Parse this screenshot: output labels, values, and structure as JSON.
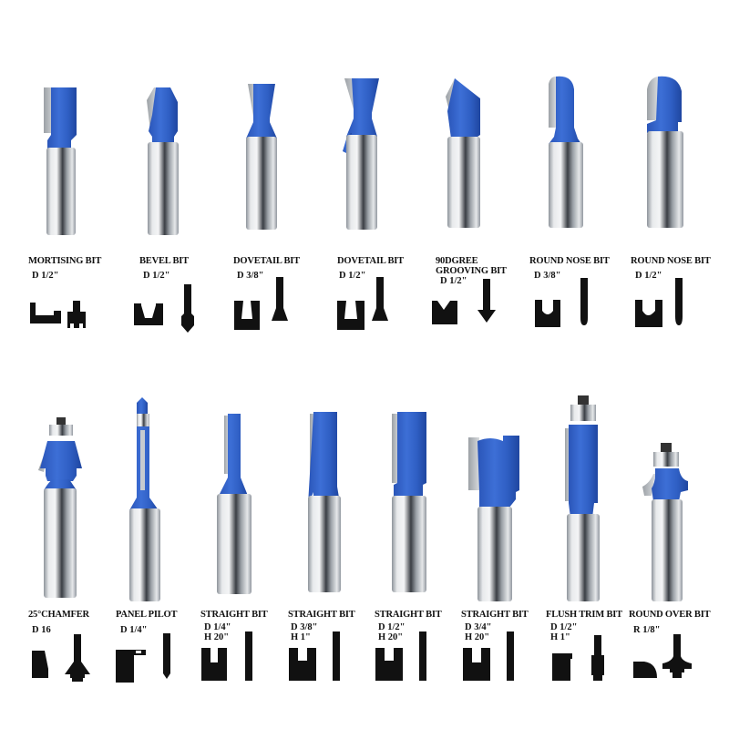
{
  "colors": {
    "background": "#ffffff",
    "carbide_blue": "#2f5fc4",
    "steel": "#c9cdd2",
    "text": "#111111"
  },
  "row1": [
    {
      "title": "MORTISING BIT",
      "spec1": "D 1/2\"",
      "spec2": ""
    },
    {
      "title": "BEVEL BIT",
      "spec1": "D 1/2\"",
      "spec2": ""
    },
    {
      "title": "DOVETAIL BIT",
      "spec1": "D 3/8\"",
      "spec2": ""
    },
    {
      "title": "DOVETAIL BIT",
      "spec1": "D 1/2\"",
      "spec2": ""
    },
    {
      "title": "90DGREE",
      "title2": "GROOVING BIT",
      "spec1": "D 1/2\"",
      "spec2": ""
    },
    {
      "title": "ROUND NOSE BIT",
      "spec1": "D 3/8\"",
      "spec2": ""
    },
    {
      "title": "ROUND NOSE BIT",
      "spec1": "D 1/2\"",
      "spec2": ""
    }
  ],
  "row2": [
    {
      "title": "25°CHAMFER",
      "spec1": "D 16",
      "spec2": ""
    },
    {
      "title": "PANEL PILOT",
      "spec1": "D 1/4\"",
      "spec2": ""
    },
    {
      "title": "STRAIGHT BIT",
      "spec1": "D 1/4\"",
      "spec2": "H 20\""
    },
    {
      "title": "STRAIGHT BIT",
      "spec1": "D 3/8\"",
      "spec2": "H 1\""
    },
    {
      "title": "STRAIGHT BIT",
      "spec1": "D 1/2\"",
      "spec2": "H 20\""
    },
    {
      "title": "STRAIGHT BIT",
      "spec1": "D 3/4\"",
      "spec2": "H 20\""
    },
    {
      "title": "FLUSH TRIM BIT",
      "spec1": "D 1/2\"",
      "spec2": "H 1\""
    },
    {
      "title": "ROUND OVER BIT",
      "spec1": "R 1/8\"",
      "spec2": ""
    }
  ]
}
